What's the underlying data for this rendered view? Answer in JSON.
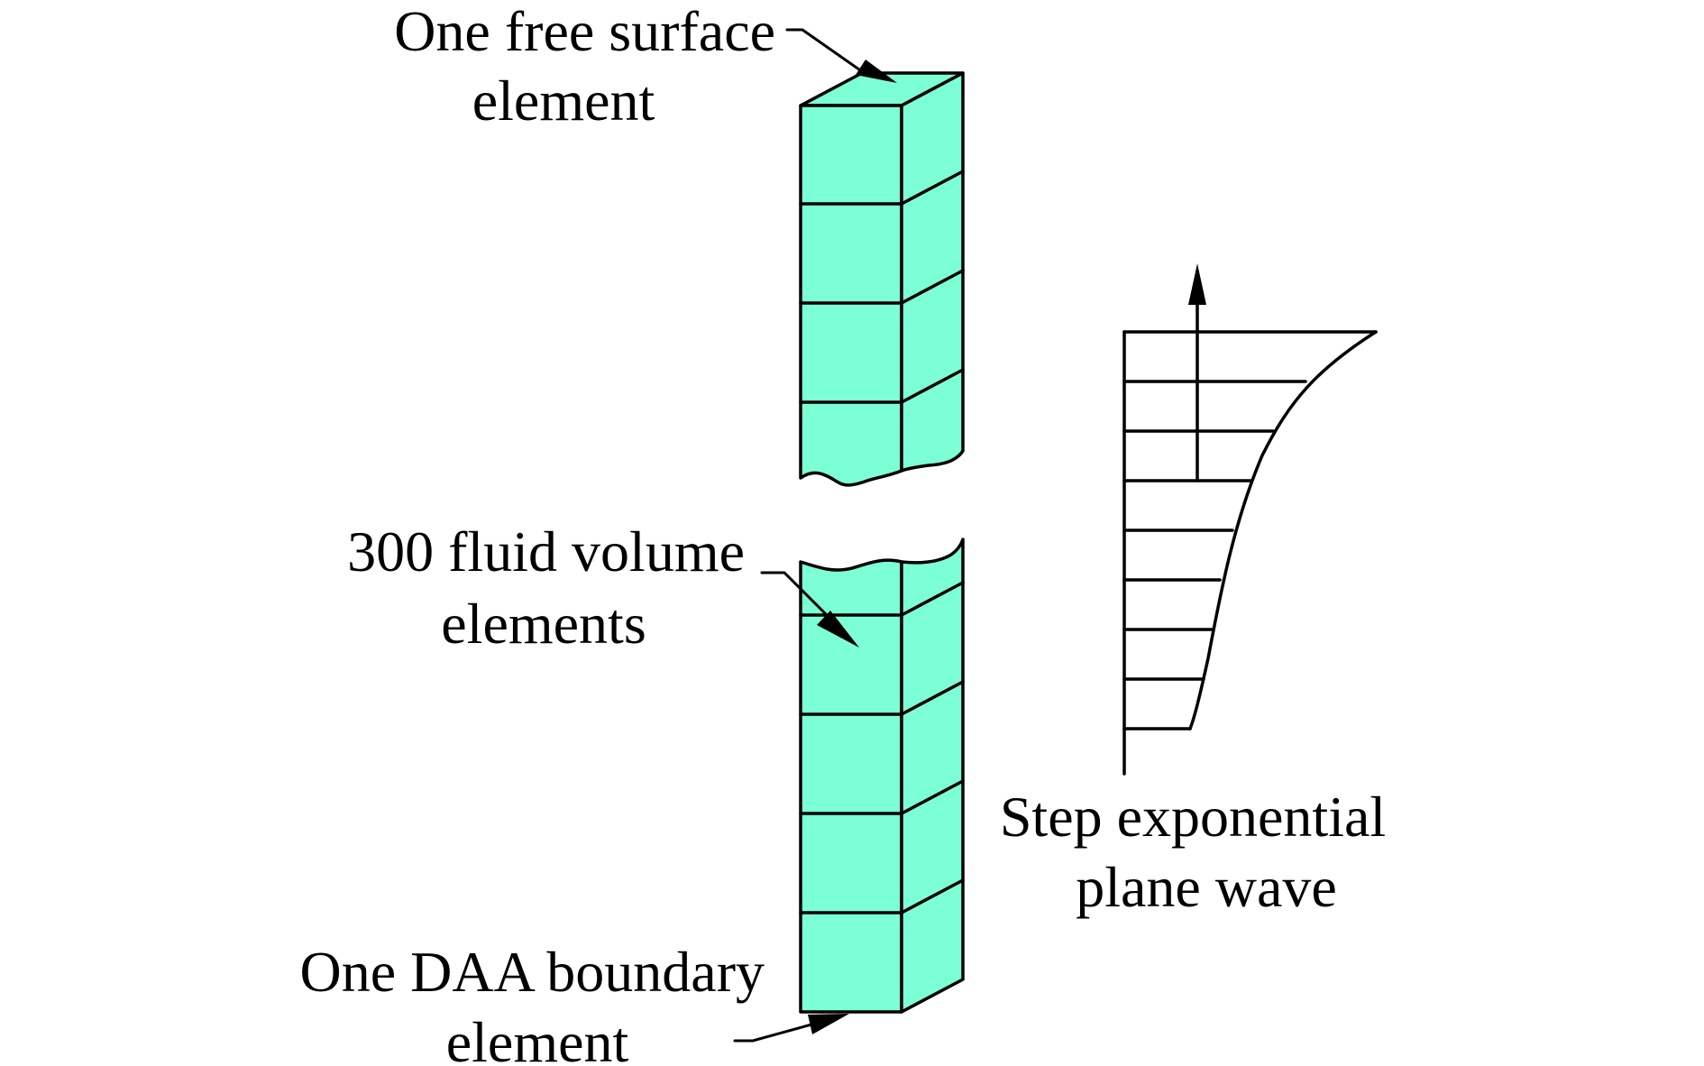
{
  "labels": {
    "free_surface_line1": "One free surface",
    "free_surface_line2": "element",
    "fluid_volume_line1": "300 fluid volume",
    "fluid_volume_line2": "elements",
    "daa_line1": "One DAA boundary",
    "daa_line2": "element",
    "wave_line1": "Step exponential",
    "wave_line2": "plane wave"
  },
  "colors": {
    "element_fill": "#7dffd6",
    "line": "#000000",
    "background": "#ffffff"
  }
}
